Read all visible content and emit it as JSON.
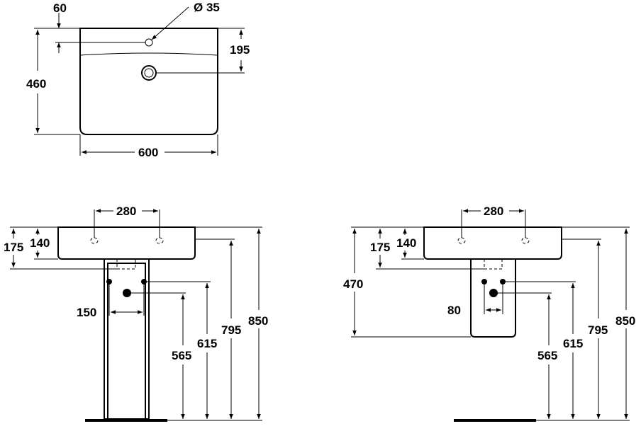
{
  "top_view": {
    "dim_edge_to_tap": "60",
    "dim_tap_hole": "Ø 35",
    "dim_waste_depth": "195",
    "dim_depth": "460",
    "dim_width": "600"
  },
  "pedestal_view": {
    "dim_hole_spacing": "280",
    "dim_175": "175",
    "dim_140": "140",
    "dim_supply_spacing": "150",
    "dim_565": "565",
    "dim_615": "615",
    "dim_795": "795",
    "dim_850": "850"
  },
  "semipedestal_view": {
    "dim_hole_spacing": "280",
    "dim_175": "175",
    "dim_140": "140",
    "dim_470": "470",
    "dim_supply_spacing": "80",
    "dim_565": "565",
    "dim_615": "615",
    "dim_795": "795",
    "dim_850": "850"
  }
}
